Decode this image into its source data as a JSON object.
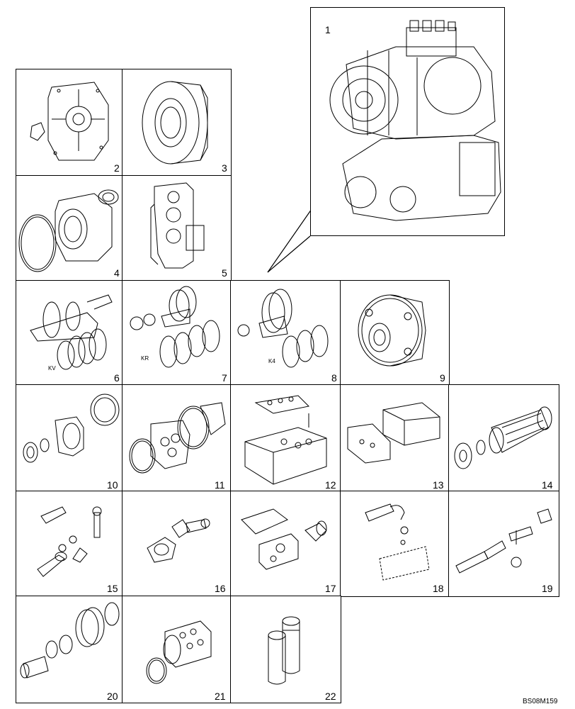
{
  "figure_code": "BS08M159",
  "parts": [
    {
      "number": "1",
      "description_icon": "transmission-assembly-icon"
    },
    {
      "number": "2",
      "description_icon": "pump-cover-icon"
    },
    {
      "number": "3",
      "description_icon": "torque-converter-icon"
    },
    {
      "number": "4",
      "description_icon": "housing-bearing-icon"
    },
    {
      "number": "5",
      "description_icon": "valve-plate-icon"
    },
    {
      "number": "6",
      "description_icon": "clutch-kv-icon"
    },
    {
      "number": "7",
      "description_icon": "clutch-kr-icon"
    },
    {
      "number": "8",
      "description_icon": "clutch-k4-icon"
    },
    {
      "number": "9",
      "description_icon": "carrier-icon"
    },
    {
      "number": "10",
      "description_icon": "flange-seal-icon"
    },
    {
      "number": "11",
      "description_icon": "pump-assembly-icon"
    },
    {
      "number": "12",
      "description_icon": "control-valve-icon"
    },
    {
      "number": "13",
      "description_icon": "control-unit-icon"
    },
    {
      "number": "14",
      "description_icon": "filter-icon"
    },
    {
      "number": "15",
      "description_icon": "fittings-icon"
    },
    {
      "number": "16",
      "description_icon": "cover-plate-icon"
    },
    {
      "number": "17",
      "description_icon": "sensor-bracket-icon"
    },
    {
      "number": "18",
      "description_icon": "pipe-fitting-icon"
    },
    {
      "number": "19",
      "description_icon": "hose-tee-icon"
    },
    {
      "number": "20",
      "description_icon": "shaft-gear-icon"
    },
    {
      "number": "21",
      "description_icon": "drive-unit-icon"
    },
    {
      "number": "22",
      "description_icon": "filter-cartridge-icon"
    }
  ],
  "clutch_tags": {
    "kv": "KV",
    "kr": "KR",
    "k4": "K4"
  }
}
